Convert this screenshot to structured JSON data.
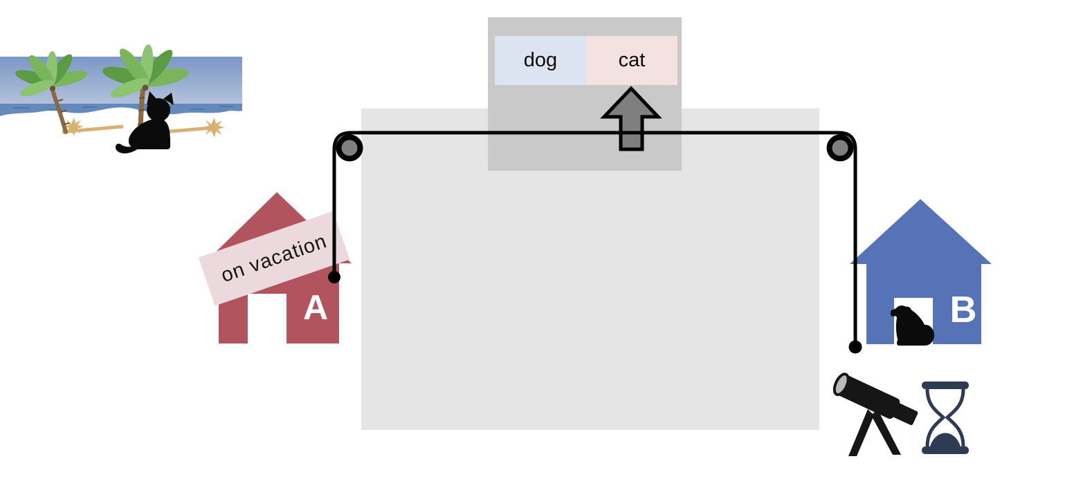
{
  "classifier": {
    "labels": [
      {
        "text": "dog",
        "bg": "#dce3f1"
      },
      {
        "text": "cat",
        "bg": "#f4e1e1"
      }
    ],
    "panel_bg": "#c9c9c9",
    "arrow": {
      "direction": "up",
      "fill": "#7f7f7f",
      "stroke": "#000000"
    }
  },
  "stage": {
    "bg": "#e5e5e5"
  },
  "rope": {
    "color": "#000000",
    "pulley_fill": "#7f7f7f",
    "pulley_stroke": "#000000"
  },
  "house_a": {
    "letter": "A",
    "body_color": "#b2545d",
    "door_color": "#ffffff",
    "letter_color": "#ffffff",
    "sign": {
      "text": "on vacation",
      "bg": "#ecd9dd",
      "text_color": "#141414"
    }
  },
  "house_b": {
    "letter": "B",
    "body_color": "#5673b8",
    "door_color": "#ffffff",
    "letter_color": "#ffffff",
    "occupant_icon": "dog-silhouette",
    "occupant_color": "#0b0b0b"
  },
  "beach": {
    "sky_top": "#7b97c5",
    "sky_bottom": "#b6c4dc",
    "sea": "#6489bc",
    "wave": "#4d7aad",
    "shore": "#ffffff",
    "shadow": "#d9b272",
    "trunk": "#8a6a42",
    "leaf": "#7ab55c",
    "leaf_dark": "#5d9a44",
    "leaf_light": "#8cc46f",
    "occupant_icon": "cat-silhouette",
    "occupant_color": "#0b0b0b"
  },
  "icons": {
    "telescope": "telescope-icon",
    "telescope_color": "#161616",
    "hourglass": "hourglass-icon",
    "hourglass_color": "#2e3b52"
  }
}
